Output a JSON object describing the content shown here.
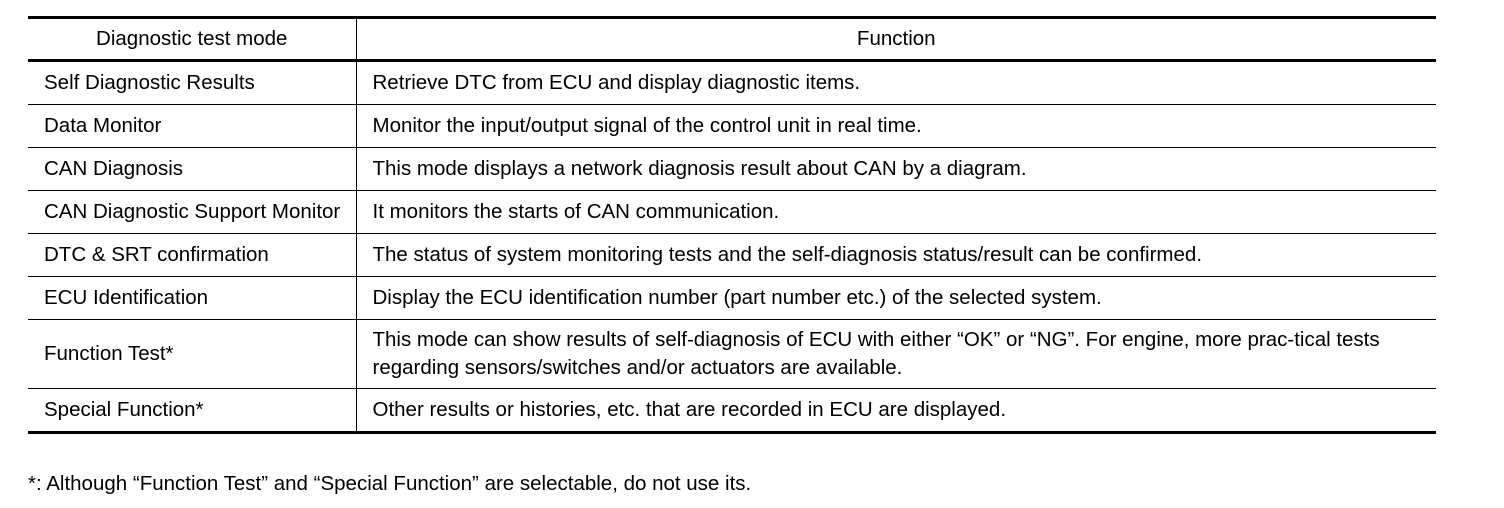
{
  "table": {
    "headers": [
      "Diagnostic test mode",
      "Function"
    ],
    "rows": [
      {
        "mode": "Self Diagnostic Results",
        "function": "Retrieve DTC from ECU and display diagnostic items."
      },
      {
        "mode": "Data Monitor",
        "function": "Monitor the input/output signal of the control unit in real time."
      },
      {
        "mode": "CAN Diagnosis",
        "function": "This mode displays a network diagnosis result about CAN by a diagram."
      },
      {
        "mode": "CAN Diagnostic Support Monitor",
        "function": "It monitors the starts of CAN communication."
      },
      {
        "mode": "DTC & SRT confirmation",
        "function": "The status of system monitoring tests and the self-diagnosis status/result can be confirmed."
      },
      {
        "mode": "ECU Identification",
        "function": "Display the ECU identification number (part number etc.) of the selected system."
      },
      {
        "mode": "Function Test*",
        "function": "This mode can show results of self-diagnosis of ECU with either “OK” or “NG”. For engine, more prac-tical tests regarding sensors/switches and/or actuators are available."
      },
      {
        "mode": "Special Function*",
        "function": "Other results or histories, etc. that are recorded in ECU are displayed."
      }
    ]
  },
  "footnote": "*: Although “Function Test” and “Special Function” are selectable, do not use its."
}
